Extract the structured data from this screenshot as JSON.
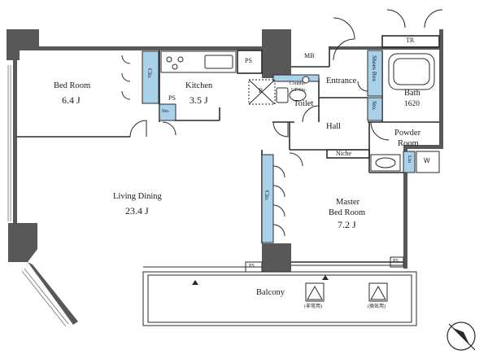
{
  "plan": {
    "colors": {
      "wall": "#585858",
      "line": "#2a2a2a",
      "storage": "#a9d2ea",
      "window": "#888888"
    },
    "rooms": {
      "bed_room": {
        "name": "Bed Room",
        "area": "6.4 J"
      },
      "kitchen": {
        "name": "Kitchen",
        "area": "3.5 J"
      },
      "living_dining": {
        "name": "Living Dining",
        "area": "23.4 J"
      },
      "master_bed_room": {
        "name_line1": "Master",
        "name_line2": "Bed Room",
        "area": "7.2 J"
      },
      "bath": {
        "name": "Bath",
        "size": "1620"
      },
      "powder_room": {
        "name_line1": "Powder",
        "name_line2": "Room"
      },
      "toilet": {
        "name": "Toilet"
      },
      "hall": {
        "name": "Hall"
      },
      "entrance": {
        "name": "Entrance"
      },
      "balcony": {
        "name": "Balcony"
      }
    },
    "labels": {
      "ps_kitchen": "PS",
      "ps_kitchen_top": "PS",
      "ps_balcony_left": "PS",
      "ps_balcony_right": "PS",
      "mb": "MB",
      "tr": "TR",
      "w": "W",
      "niche": "Niche",
      "counter_line1": "Counter",
      "counter_line2": "UP/Sto.",
      "sto_bed": "Sto.",
      "clo_bed": "Clo.",
      "clo_master": "Clo.",
      "shoes_box": "Shoes Box",
      "sto_entrance": "Sto.",
      "lin": "Lin",
      "r_mark": "R",
      "hatch_left": "(非常用)",
      "hatch_right": "(換気用)"
    },
    "icons": {
      "compass": "compass-icon",
      "hatch": "hatch-icon"
    }
  }
}
